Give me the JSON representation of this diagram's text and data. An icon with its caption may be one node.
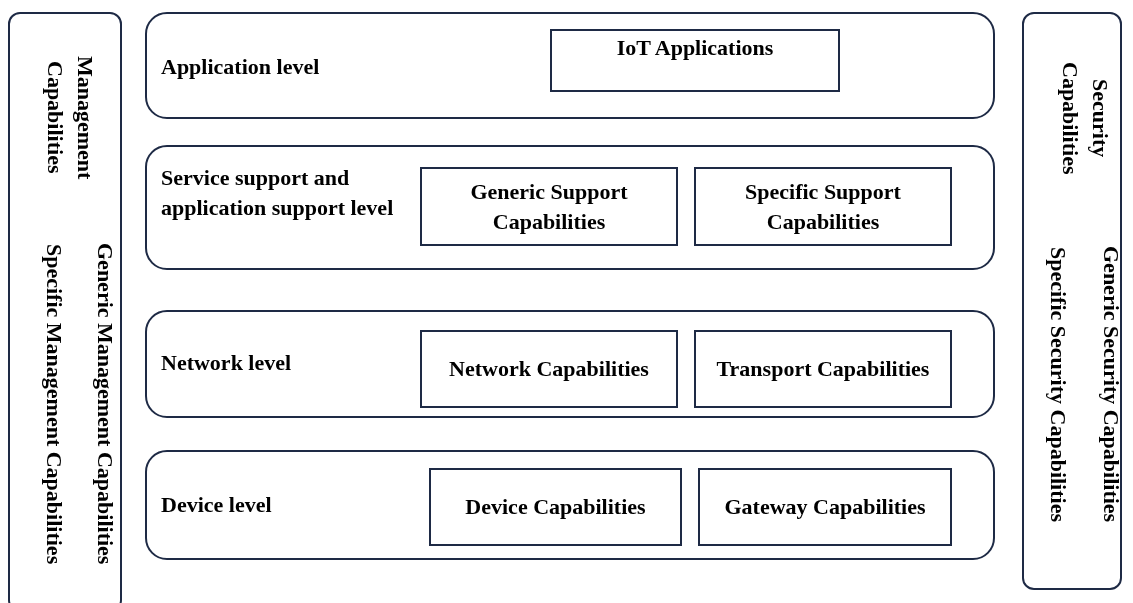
{
  "diagram": {
    "nodes": [
      {
        "text": [
          "Management Capabilities",
          "Generic Management Capabilities",
          "Specific Management Capabilities"
        ]
      },
      {
        "text": [
          "Application level"
        ]
      },
      {
        "text": [
          "IoT Applications"
        ],
        "in": 1
      },
      {
        "text": [
          "Service support and application support level"
        ]
      },
      {
        "text": [
          "Generic Support Capabilities"
        ],
        "in": 3
      },
      {
        "text": [
          "Specific Support Capabilities"
        ],
        "in": 3
      },
      {
        "text": [
          "Network level"
        ]
      },
      {
        "text": [
          "Network Capabilities"
        ],
        "in": 6
      },
      {
        "text": [
          "Transport Capabilities"
        ],
        "in": 6
      },
      {
        "text": [
          "Device level"
        ]
      },
      {
        "text": [
          "Device Capabilities"
        ],
        "in": 9
      },
      {
        "text": [
          "Gateway Capabilities"
        ],
        "in": 9
      },
      {
        "text": [
          "Security Capabilities",
          "Generic Security Capabilities",
          "Specific Security Capabilities"
        ]
      }
    ]
  }
}
